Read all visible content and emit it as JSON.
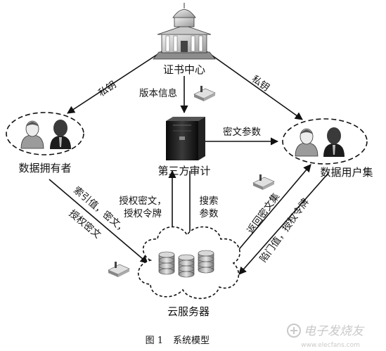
{
  "nodes": {
    "ca": "证书中心",
    "owner": "数据拥有者",
    "auditor": "第三方审计",
    "users": "数据用户集",
    "cloud": "云服务器"
  },
  "edges": {
    "private_key_left": "私钥",
    "private_key_right": "私钥",
    "version_info": "版本信息",
    "cipher_params": "密文参数",
    "owner_to_cloud": [
      "索引值，密文，",
      "授权密文"
    ],
    "cloud_to_auditor": [
      "授权密文，",
      "授权令牌"
    ],
    "auditor_to_cloud": [
      "搜索",
      "参数"
    ],
    "cloud_to_users": "返回密文集",
    "users_to_cloud": "陷门值，授权令牌"
  },
  "caption": {
    "figure_no": "图 1",
    "title": "系统模型"
  },
  "watermark": {
    "text": "电子发烧友",
    "url": "www.elecfans.com"
  }
}
